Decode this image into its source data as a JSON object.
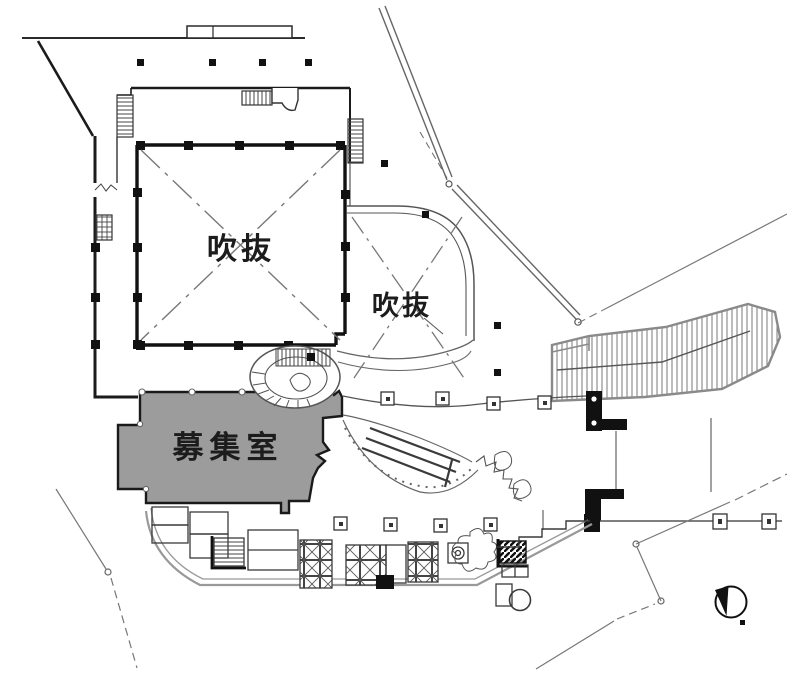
{
  "plan": {
    "labels": {
      "atrium_upper": "吹抜",
      "atrium_lower": "吹抜",
      "vacant_room": "募集室"
    },
    "colors": {
      "background": "#ffffff",
      "wall": "#1b1b1b",
      "line": "#4a4a4a",
      "line_light": "#888888",
      "vacant_room_fill": "#9c9c9c",
      "compass": "#111111"
    },
    "icons": {
      "compass": "north-compass-icon"
    }
  }
}
